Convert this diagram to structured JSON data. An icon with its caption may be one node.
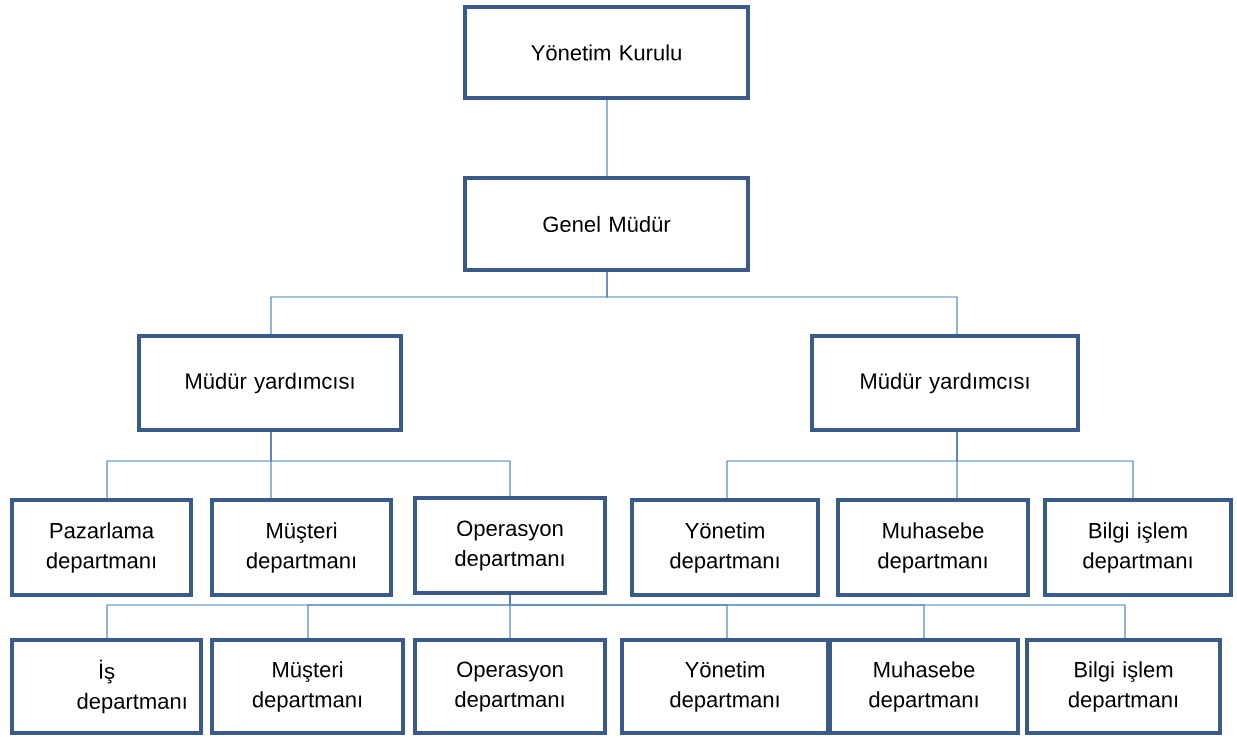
{
  "diagram": {
    "nodes": [
      {
        "text": [
          "Yönetim Kurulu"
        ]
      },
      {
        "text": [
          "Genel Müdür"
        ]
      },
      {
        "text": [
          "Müdür yardımcısı"
        ]
      },
      {
        "text": [
          "Müdür yardımcısı"
        ]
      },
      {
        "text": [
          "Pazarlama departmanı"
        ]
      },
      {
        "text": [
          "Müşteri departmanı"
        ]
      },
      {
        "text": [
          "Operasyon departmanı"
        ]
      },
      {
        "text": [
          "Yönetim departmanı"
        ]
      },
      {
        "text": [
          "Muhasebe departmanı"
        ]
      },
      {
        "text": [
          "Bilgi işlem departmanı"
        ]
      },
      {
        "text": [
          "İş departmanı"
        ]
      },
      {
        "text": [
          "Müşteri departmanı"
        ]
      },
      {
        "text": [
          "Operasyon departmanı"
        ]
      },
      {
        "text": [
          "Yönetim departmanı"
        ]
      },
      {
        "text": [
          "Muhasebe departmanı"
        ]
      },
      {
        "text": [
          "Bilgi işlem departmanı"
        ]
      }
    ],
    "edges": [
      {
        "from": 0,
        "to": 1,
        "arrow": "none"
      },
      {
        "from": 1,
        "to": 2,
        "arrow": "none"
      },
      {
        "from": 1,
        "to": 3,
        "arrow": "none"
      },
      {
        "from": 2,
        "to": 4,
        "arrow": "none"
      },
      {
        "from": 2,
        "to": 5,
        "arrow": "none"
      },
      {
        "from": 2,
        "to": 6,
        "arrow": "none"
      },
      {
        "from": 3,
        "to": 7,
        "arrow": "none"
      },
      {
        "from": 3,
        "to": 8,
        "arrow": "none"
      },
      {
        "from": 3,
        "to": 9,
        "arrow": "none"
      },
      {
        "from": 6,
        "to": 10,
        "arrow": "none"
      },
      {
        "from": 6,
        "to": 11,
        "arrow": "none"
      },
      {
        "from": 6,
        "to": 12,
        "arrow": "none"
      },
      {
        "from": 6,
        "to": 13,
        "arrow": "none"
      },
      {
        "from": 6,
        "to": 14,
        "arrow": "none"
      },
      {
        "from": 6,
        "to": 15,
        "arrow": "none"
      }
    ]
  }
}
